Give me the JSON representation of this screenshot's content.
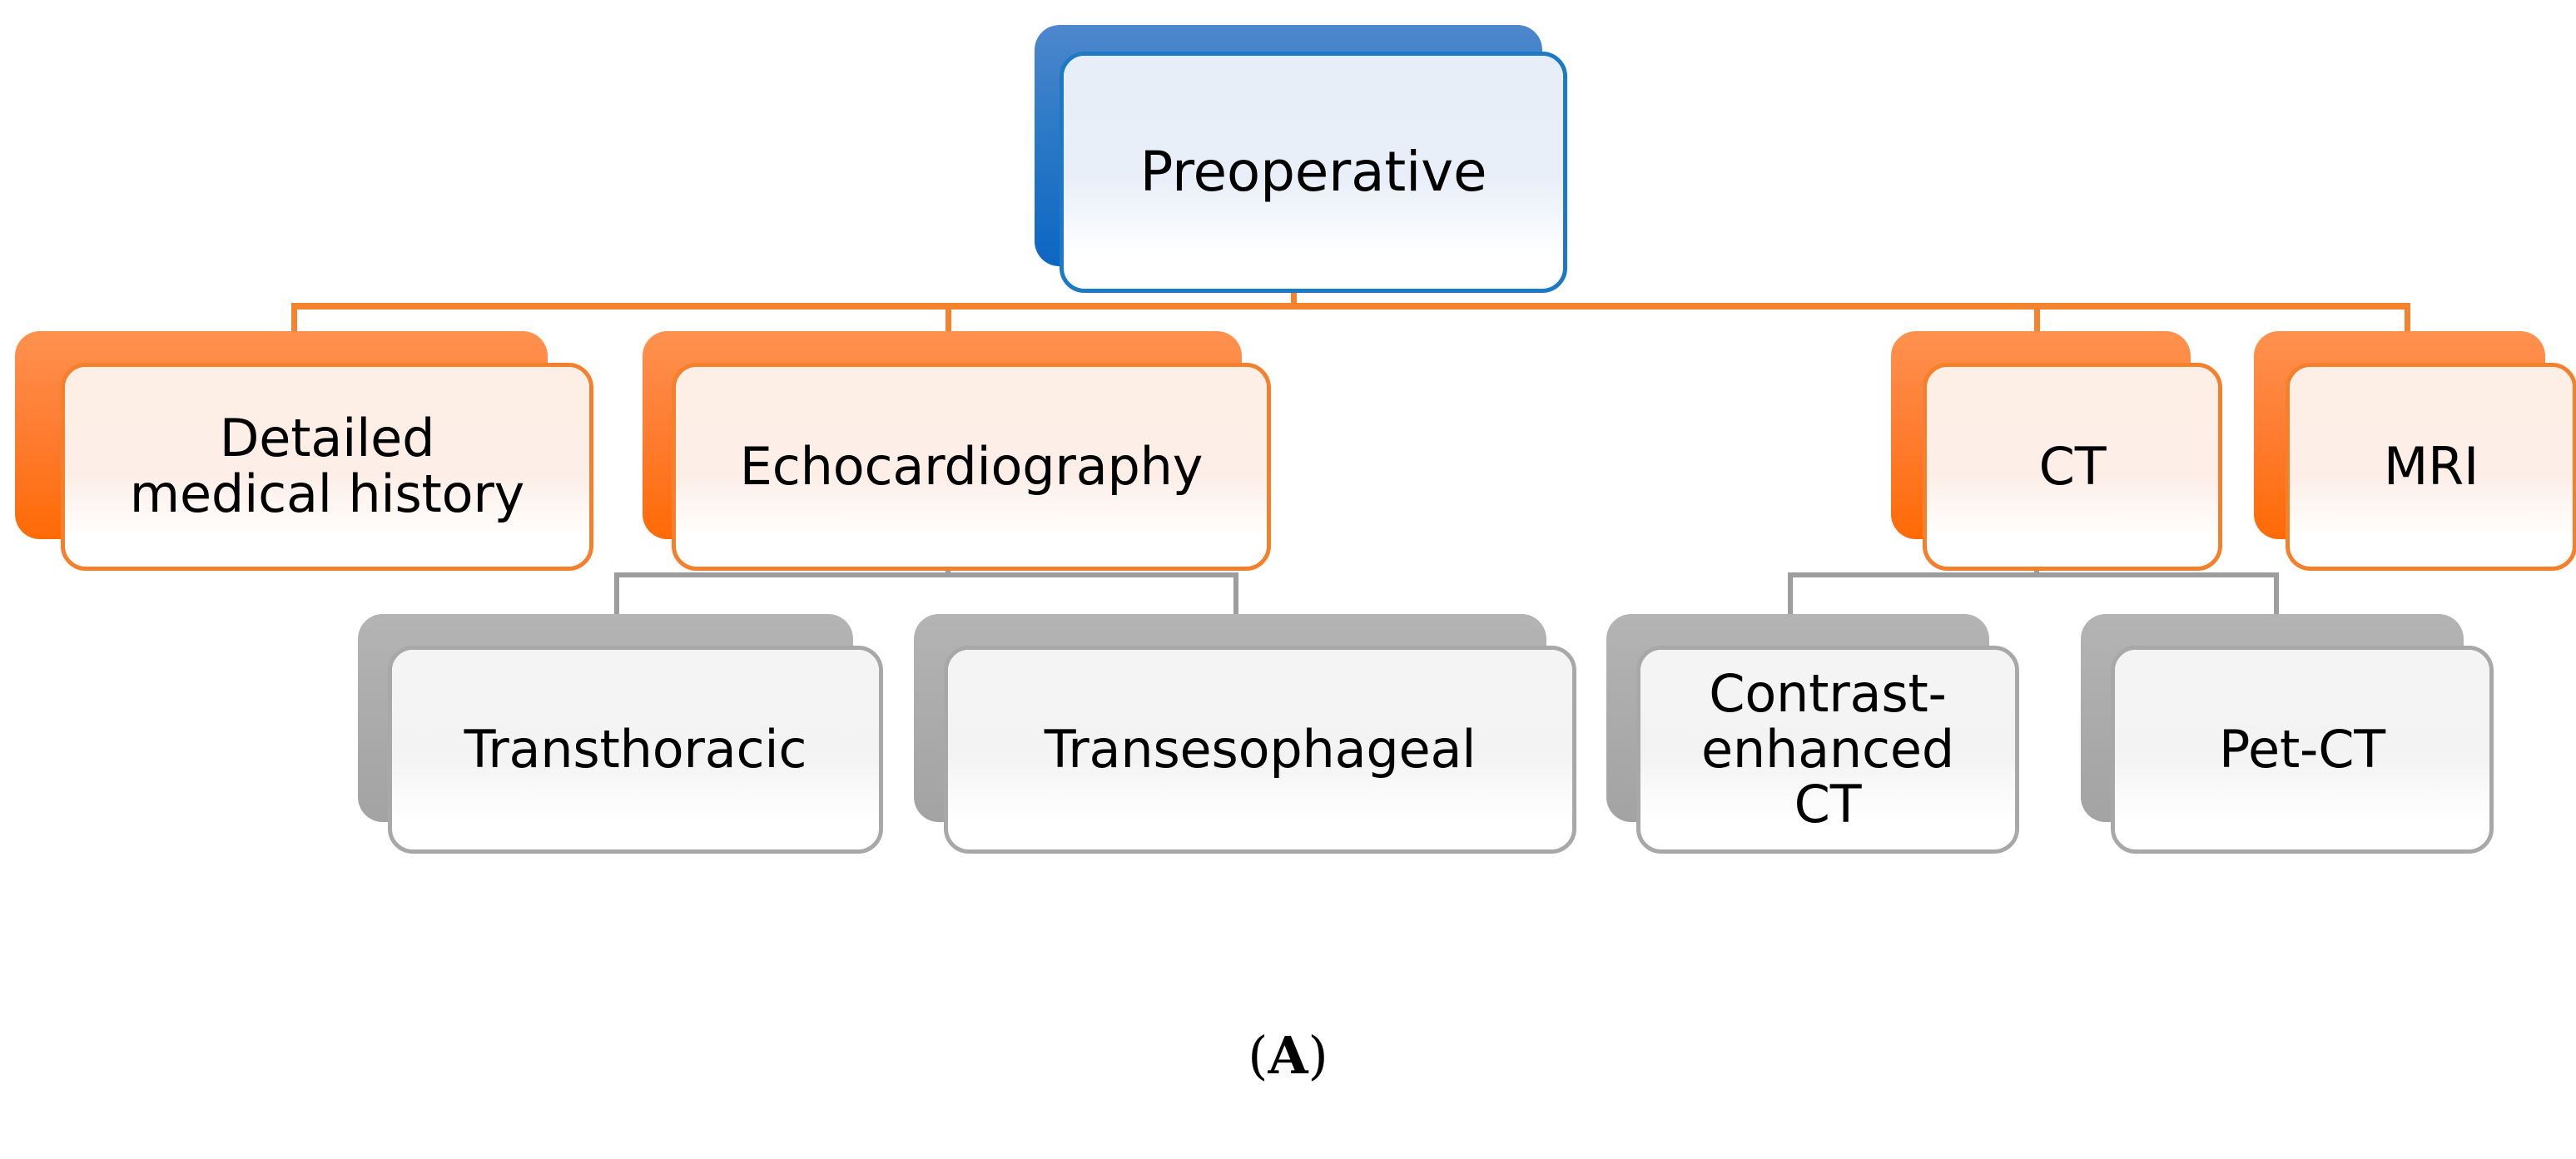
{
  "figure": {
    "panel_label_prefix": "(",
    "panel_label": "A",
    "panel_label_suffix": ")"
  },
  "nodes": {
    "preoperative": {
      "label": "Preoperative",
      "color": "#1c79c4",
      "level": "root"
    },
    "history": {
      "label": "Detailed\nmedical history",
      "color": "#f4802c",
      "level": "branch"
    },
    "echo": {
      "label": "Echocardiography",
      "color": "#f4802c",
      "level": "branch"
    },
    "ct": {
      "label": "CT",
      "color": "#f4802c",
      "level": "branch"
    },
    "mri": {
      "label": "MRI",
      "color": "#f4802c",
      "level": "branch"
    },
    "transthoracic": {
      "label": "Transthoracic",
      "color": "#a8a8a8",
      "level": "leaf"
    },
    "transesophageal": {
      "label": "Transesophageal",
      "color": "#a8a8a8",
      "level": "leaf"
    },
    "contrast_ct": {
      "label": "Contrast-\nenhanced\nCT",
      "color": "#a8a8a8",
      "level": "leaf"
    },
    "pet_ct": {
      "label": "Pet-CT",
      "color": "#a8a8a8",
      "level": "leaf"
    }
  },
  "edges": [
    {
      "from": "preoperative",
      "to": "history",
      "color": "#f4832f"
    },
    {
      "from": "preoperative",
      "to": "echo",
      "color": "#f4832f"
    },
    {
      "from": "preoperative",
      "to": "ct",
      "color": "#f4832f"
    },
    {
      "from": "preoperative",
      "to": "mri",
      "color": "#f4832f"
    },
    {
      "from": "echo",
      "to": "transthoracic",
      "color": "#9e9e9e"
    },
    {
      "from": "echo",
      "to": "transesophageal",
      "color": "#9e9e9e"
    },
    {
      "from": "ct",
      "to": "contrast_ct",
      "color": "#9e9e9e"
    },
    {
      "from": "ct",
      "to": "pet_ct",
      "color": "#9e9e9e"
    }
  ],
  "palette": {
    "blue_border": "#1c79c4",
    "blue_shadow": "#2b79c6",
    "blue_fill": "#e8eef8",
    "orange_border": "#f4802c",
    "orange_shadow": "#ff7e34",
    "orange_fill": "#fdeee6",
    "grey_border": "#a8a8a8",
    "grey_shadow": "#acacac",
    "grey_fill": "#f3f3f3",
    "text": "#000000",
    "background": "#ffffff"
  }
}
